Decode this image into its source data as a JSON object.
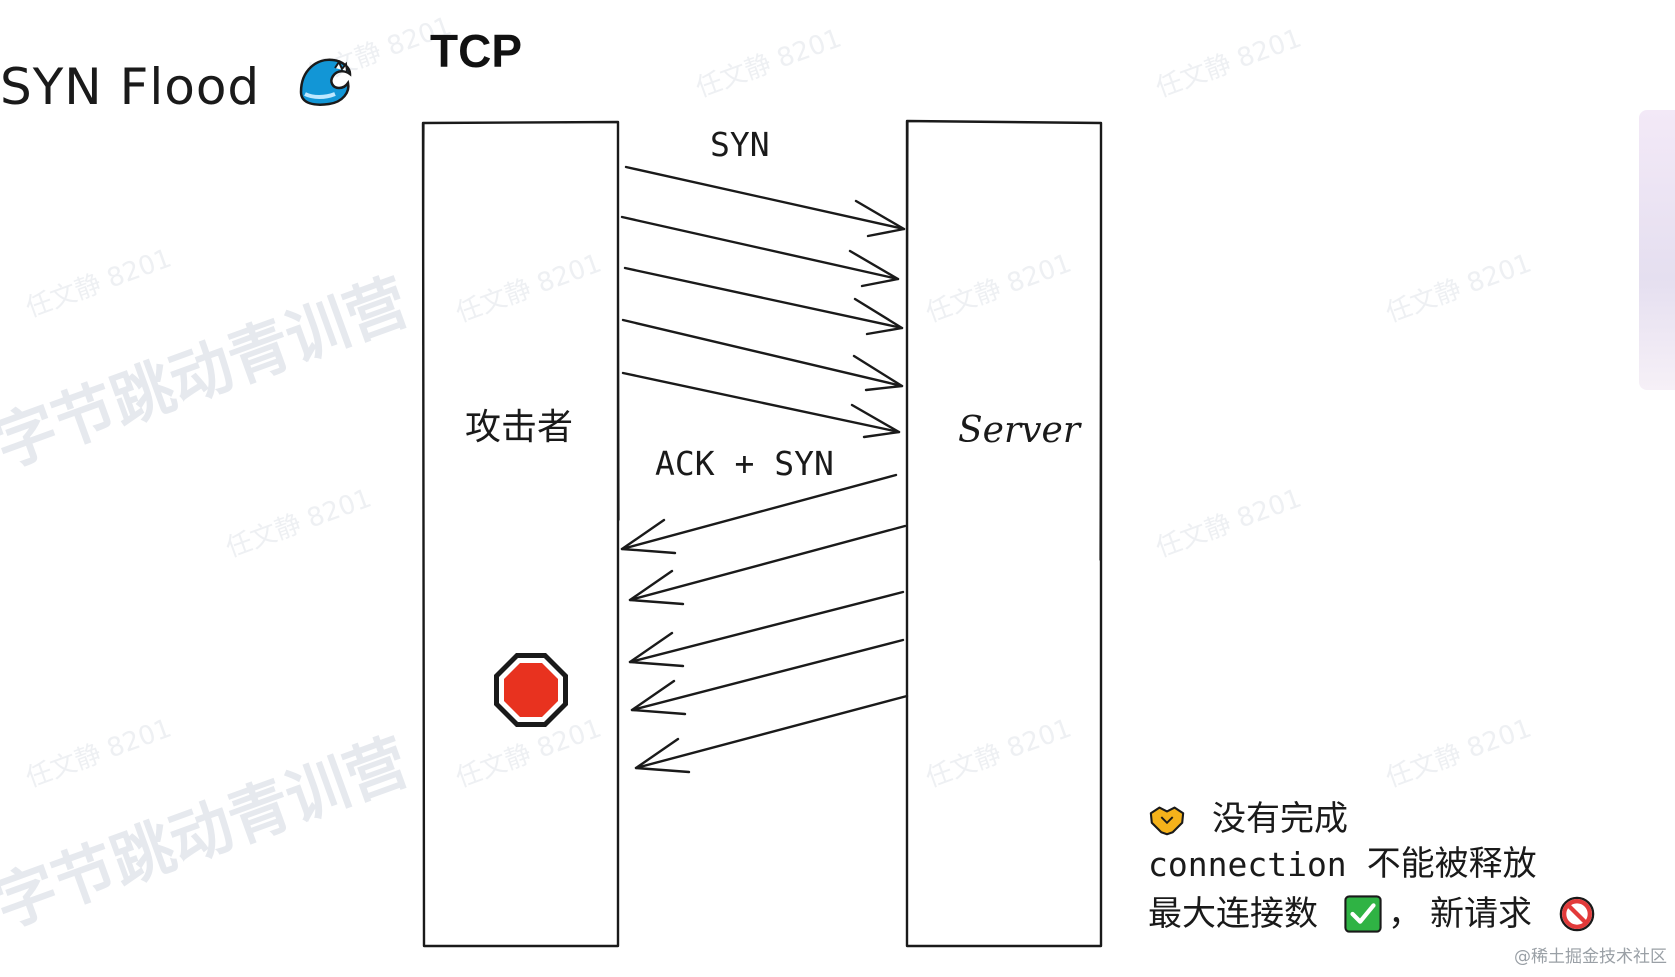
{
  "title": "SYN Flood",
  "protocol_label": "TCP",
  "attacker_label": "攻击者",
  "server_label": "Server",
  "syn_label": "SYN",
  "ack_syn_label": "ACK + SYN",
  "notes": {
    "line1_text": "没有完成",
    "line2_mono": "connection",
    "line2_text": "不能被释放",
    "line3_text": "最大连接数",
    "line3_sep": "，",
    "line3_text2": "新请求"
  },
  "watermarks": {
    "big": "字节跳动青训营",
    "small": "任文静 8201"
  },
  "credit": "@稀土掘金技术社区",
  "icons": {
    "wave": "wave-icon",
    "stop": "stop-sign-icon",
    "handshake": "handshake-icon",
    "check": "check-mark-icon",
    "prohibited": "prohibited-icon"
  },
  "colors": {
    "stop_red": "#e8321f",
    "check_green": "#2fb344",
    "prohibited_red": "#e23a3a",
    "handshake_gold": "#f5b21a"
  }
}
